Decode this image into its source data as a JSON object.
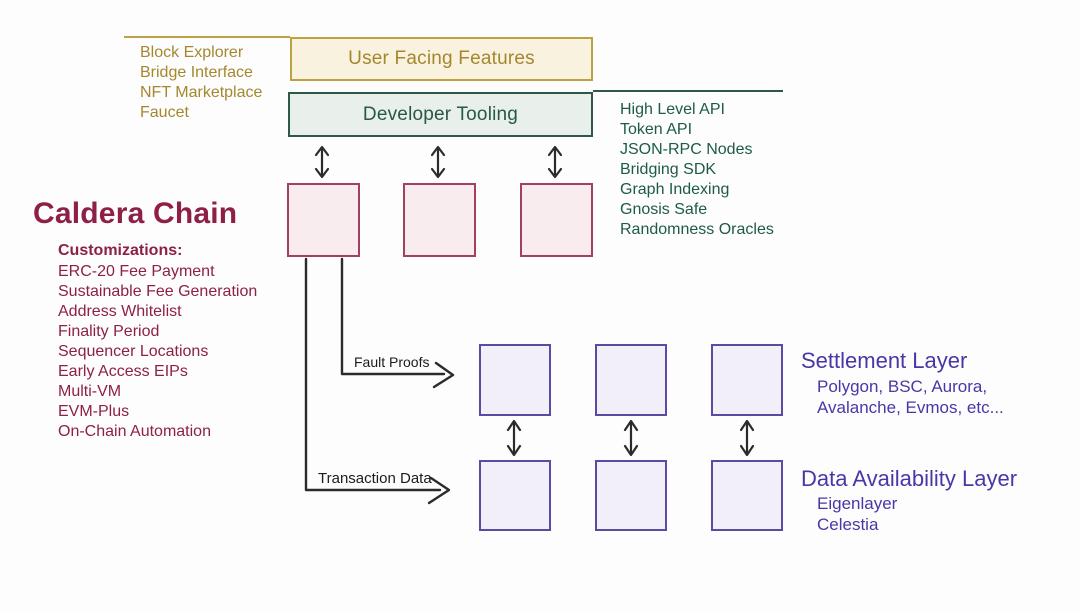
{
  "caldera": {
    "title": "Caldera Chain",
    "customizations_label": "Customizations:",
    "customizations": [
      "ERC-20 Fee Payment",
      "Sustainable Fee Generation",
      "Address Whitelist",
      "Finality Period",
      "Sequencer Locations",
      "Early Access EIPs",
      "Multi-VM",
      "EVM-Plus",
      "On-Chain Automation"
    ]
  },
  "user_facing": {
    "title": "User Facing Features",
    "items": [
      "Block Explorer",
      "Bridge Interface",
      "NFT Marketplace",
      "Faucet"
    ]
  },
  "developer_tooling": {
    "title": "Developer Tooling",
    "items": [
      "High Level API",
      "Token API",
      "JSON-RPC Nodes",
      "Bridging SDK",
      "Graph Indexing",
      "Gnosis Safe",
      "Randomness Oracles"
    ]
  },
  "flows": {
    "fault_proofs": "Fault Proofs",
    "transaction_data": "Transaction Data"
  },
  "settlement_layer": {
    "title": "Settlement Layer",
    "examples": [
      "Polygon, BSC, Aurora,",
      "Avalanche, Evmos, etc..."
    ]
  },
  "data_availability_layer": {
    "title": "Data Availability Layer",
    "examples": [
      "Eigenlayer",
      "Celestia"
    ]
  },
  "diagram": {
    "rollup_node_squares": 3,
    "settlement_squares": 3,
    "data_availability_squares": 3
  },
  "colors": {
    "gold_border": "#bca145",
    "gold_text": "#a5872e",
    "cream_fill": "#f8f2df",
    "green_border": "#2d584a",
    "green_fill": "#e9efea",
    "green_text": "#1d5b47",
    "maroon": "#8e2048",
    "pink_border": "#a34061",
    "pink_fill": "#f8ecef",
    "purple_border": "#5a4aa4",
    "purple_fill": "#f2eff9",
    "purple_text": "#4738a6",
    "arrow": "#2b2b2b"
  }
}
